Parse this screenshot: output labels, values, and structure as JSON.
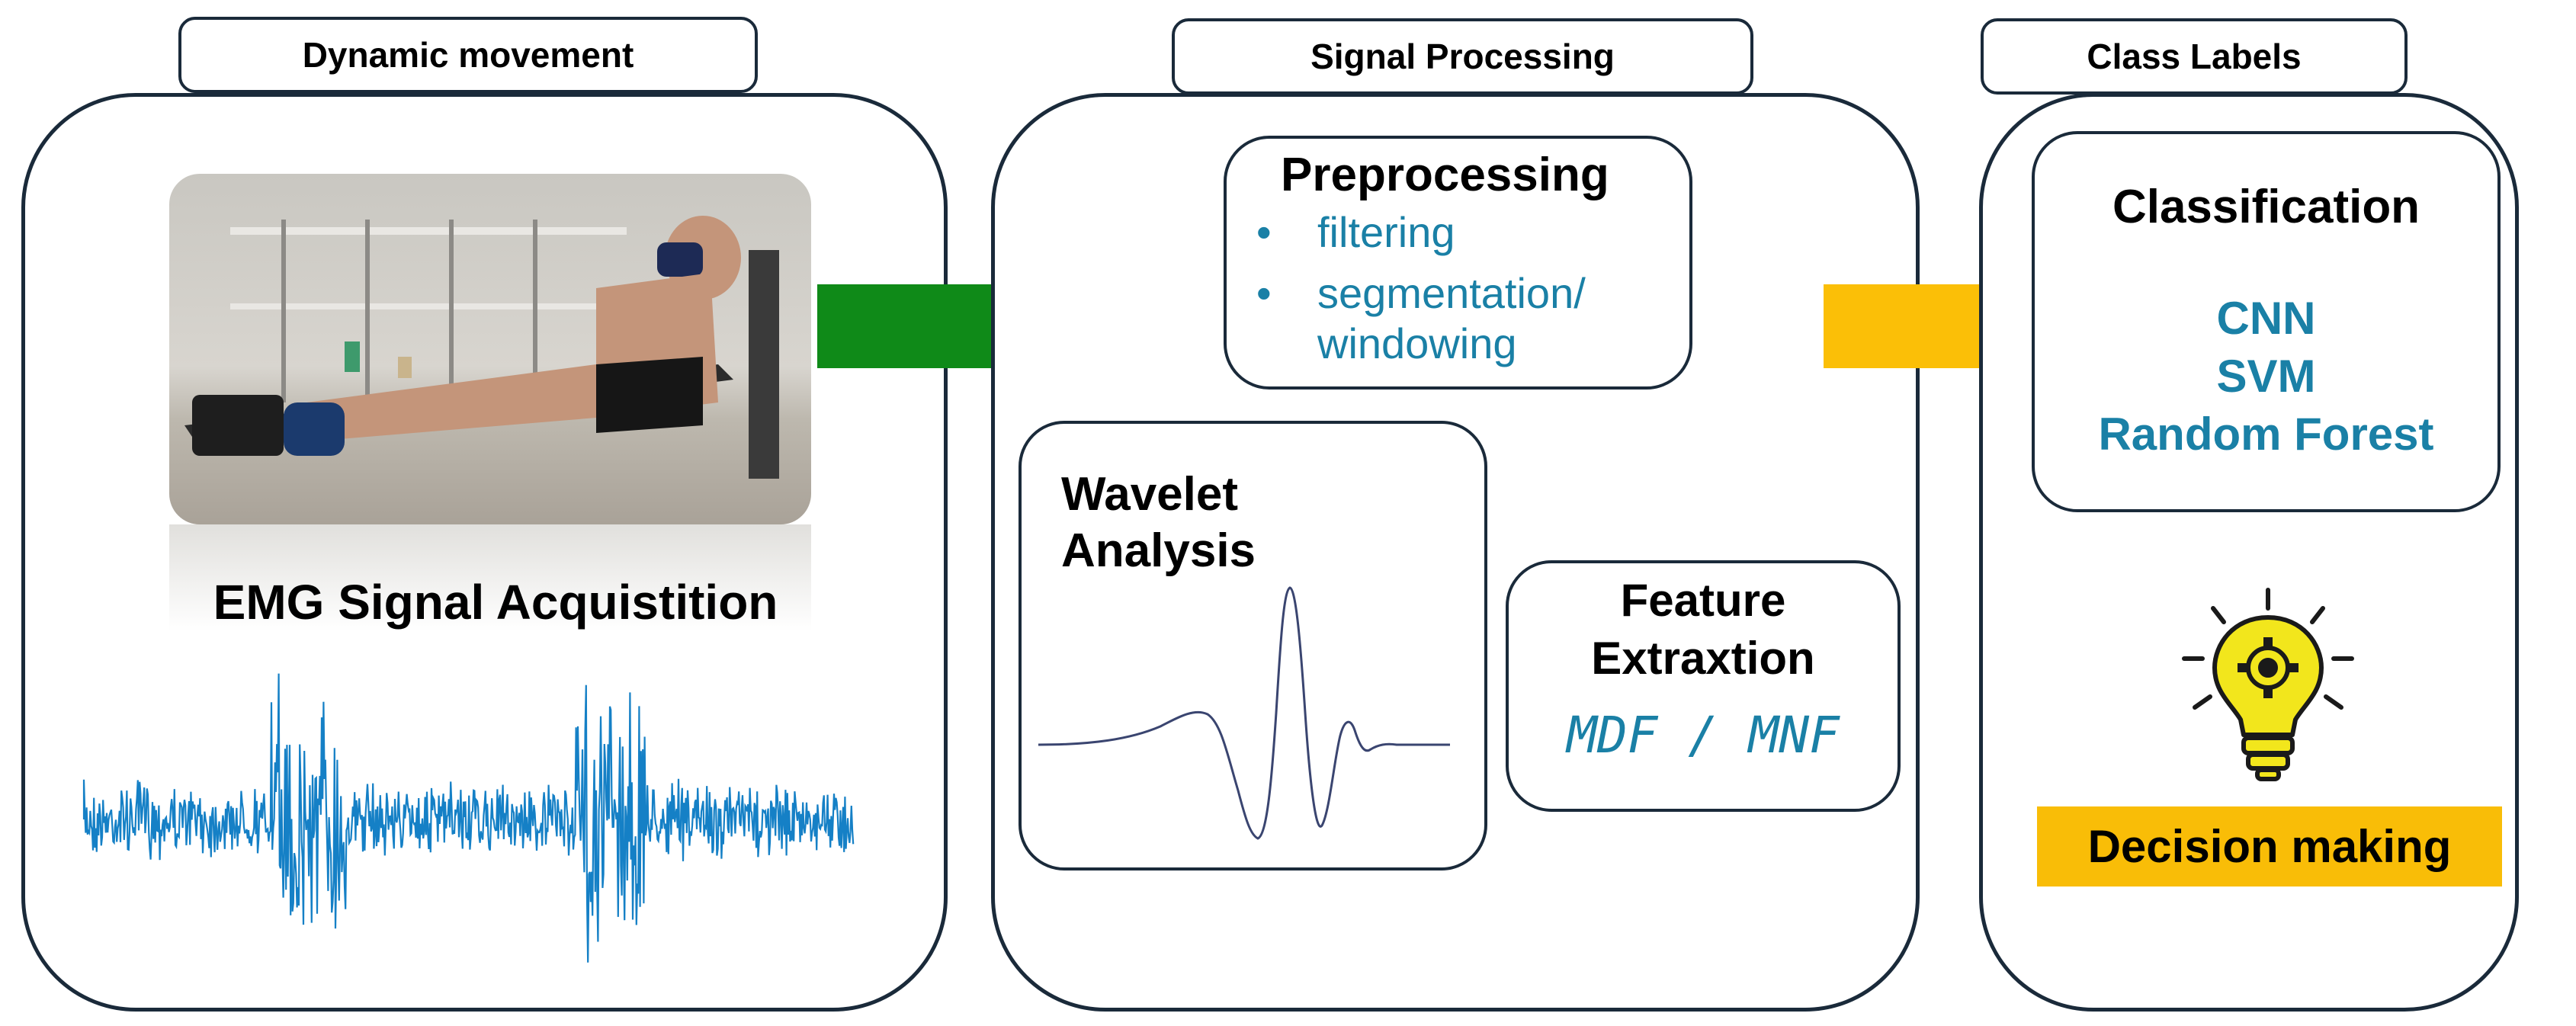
{
  "stages": {
    "acquisition": {
      "tab_label": "Dynamic movement",
      "caption": "EMG Signal Acquistition"
    },
    "processing": {
      "tab_label": "Signal Processing",
      "preprocessing": {
        "title": "Preprocessing",
        "items": [
          "filtering",
          "segmentation/",
          "windowing"
        ],
        "bullet": "•"
      },
      "wavelet": {
        "title_line1": "Wavelet",
        "title_line2": "Analysis"
      },
      "features": {
        "title_line1": "Feature",
        "title_line2": "Extraxtion",
        "methods": "MDF / MNF"
      }
    },
    "classification": {
      "tab_label": "Class Labels",
      "title": "Classification",
      "methods": [
        "CNN",
        "SVM",
        "Random Forest"
      ],
      "decision_label": "Decision making"
    }
  },
  "colors": {
    "arrow_1": "#0f8a18",
    "arrow_2": "#fbbf07",
    "emg_signal": "#1580c6",
    "teal_text": "#1a80a6",
    "decision_fill": "#f9bd07",
    "bulb": "#f2e61c"
  },
  "icons": {
    "bulb": "lightbulb-gear-icon"
  }
}
